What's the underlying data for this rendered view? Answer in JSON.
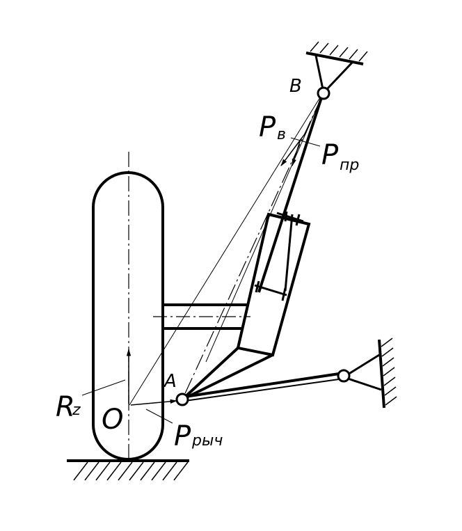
{
  "labels": {
    "point_b": "B",
    "point_a": "A",
    "point_o": "O",
    "force_pv": {
      "main": "P",
      "sub": "в"
    },
    "force_ppr": {
      "main": "P",
      "sub": "пр"
    },
    "force_rz": {
      "main": "R",
      "sub": "z"
    },
    "force_pryc": {
      "main": "P",
      "sub": "рыч"
    }
  },
  "colors": {
    "stroke": "#000000",
    "background": "#ffffff"
  }
}
